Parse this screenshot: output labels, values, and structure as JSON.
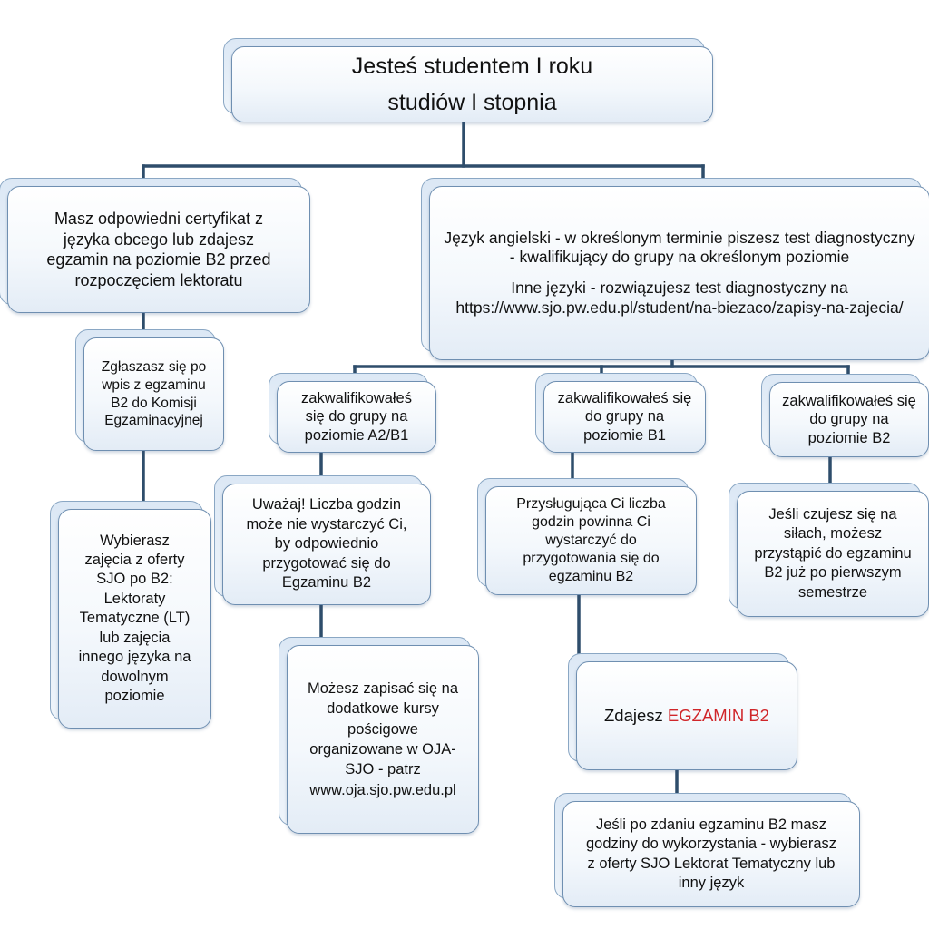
{
  "root": {
    "line1": "Jesteś studentem I roku",
    "line2": "studiów I stopnia"
  },
  "certificate": {
    "text": "Masz odpowiedni certyfikat z języka obcego lub zdajesz egzamin na poziomie B2 przed rozpoczęciem lektoratu"
  },
  "diagnostic": {
    "english": "Język angielski - w określonym terminie piszesz test diagnostyczny - kwalifikujący do grupy na określonym poziomie",
    "other": "Inne języki - rozwiązujesz test diagnostyczny na https://www.sjo.pw.edu.pl/student/na-biezaco/zapisy-na-zajecia/"
  },
  "register_exam": {
    "text": "Zgłaszasz się po wpis z egzaminu B2 do Komisji Egzaminacyjnej"
  },
  "choose_lt": {
    "text": "Wybierasz zajęcia z oferty SJO po B2: Lektoraty Tematyczne (LT) lub zajęcia innego języka na dowolnym poziomie"
  },
  "group_a2b1": {
    "text": "zakwalifikowałeś się do grupy na poziomie A2/B1"
  },
  "group_b1": {
    "text": "zakwalifikowałeś się do grupy na poziomie B1"
  },
  "group_b2": {
    "text": "zakwalifikowałeś się do grupy na poziomie B2"
  },
  "warning": {
    "text": "Uważaj! Liczba godzin może nie wystarczyć Ci, by odpowiednio przygotować się do Egzaminu B2"
  },
  "sufficient": {
    "text": "Przysługująca Ci liczba godzin powinna Ci wystarczyć do przygotowania się do egzaminu B2"
  },
  "early_exam": {
    "text": "Jeśli czujesz się na siłach, możesz przystąpić do egzaminu B2 już po pierwszym semestrze"
  },
  "extra_courses": {
    "text": "Możesz zapisać się na dodatkowe kursy pościgowe organizowane w OJA-SJO - patrz www.oja.sjo.pw.edu.pl"
  },
  "pass_exam": {
    "prefix": "Zdajesz ",
    "highlight": "EGZAMIN B2"
  },
  "after_exam": {
    "text": "Jeśli po zdaniu egzaminu B2 masz godziny do wykorzystania - wybierasz z oferty SJO Lektorat Tematyczny lub inny język"
  },
  "colors": {
    "connector": "#2e4d6b",
    "highlight": "#d0262a",
    "box_border": "#6f8fb1"
  }
}
